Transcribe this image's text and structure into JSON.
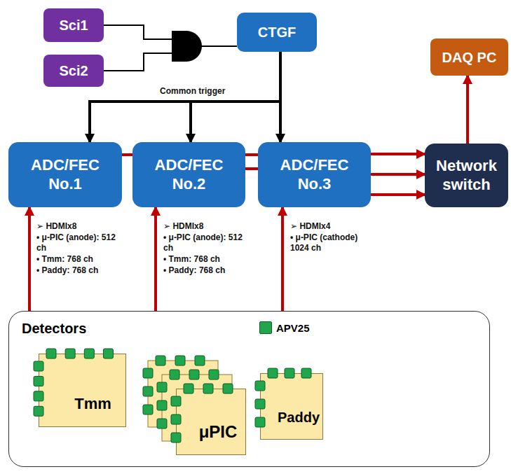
{
  "diagram": {
    "nodes": [
      {
        "text": [
          "Sci1"
        ]
      },
      {
        "text": [
          "Sci2"
        ]
      },
      {
        "text": [
          "CTGF"
        ]
      },
      {
        "text": [
          "DAQ PC"
        ]
      },
      {
        "text": [
          "ADC/FEC No.1"
        ]
      },
      {
        "text": [
          "ADC/FEC No.2"
        ]
      },
      {
        "text": [
          "ADC/FEC No.3"
        ]
      },
      {
        "text": [
          "Network switch"
        ]
      },
      {
        "text": [
          "Detectors"
        ]
      },
      {
        "text": [
          "Tmm"
        ],
        "in": 8
      },
      {
        "text": [
          "μPIC"
        ],
        "in": 8
      },
      {
        "text": [
          "Paddy"
        ],
        "in": 8
      }
    ],
    "edges": [
      {
        "from": 0,
        "to": 2,
        "arrow": "none"
      },
      {
        "from": 1,
        "to": 2,
        "arrow": "none"
      },
      {
        "from": 2,
        "to": 4,
        "arrow": "to"
      },
      {
        "from": 2,
        "to": 5,
        "arrow": "to"
      },
      {
        "from": 2,
        "to": 6,
        "arrow": "to"
      },
      {
        "from": 4,
        "to": 5,
        "arrow": "none"
      },
      {
        "from": 5,
        "to": 6,
        "arrow": "none"
      },
      {
        "from": 5,
        "to": 6,
        "arrow": "none"
      },
      {
        "from": 6,
        "to": 7,
        "arrow": "to"
      },
      {
        "from": 6,
        "to": 7,
        "arrow": "to"
      },
      {
        "from": 6,
        "to": 7,
        "arrow": "to"
      },
      {
        "from": 7,
        "to": 3,
        "arrow": "to"
      },
      {
        "from": 8,
        "to": 4,
        "arrow": "to"
      },
      {
        "from": 8,
        "to": 5,
        "arrow": "to"
      },
      {
        "from": 8,
        "to": 6,
        "arrow": "to"
      }
    ],
    "labels": [
      "Common trigger",
      "➢ HDMIx8",
      "• μ-PIC (anode): 512 ch",
      "• Tmm: 768 ch",
      "• Paddy: 768 ch",
      "➢ HDMIx8",
      "• μ-PIC (anode): 512 ch",
      "• Tmm: 768 ch",
      "• Paddy: 768 ch",
      "➢ HDMIx4",
      "• μ-PIC (cathode) 1024 ch"
    ],
    "legend": [
      {
        "text": "APV25",
        "color": "#22a64b"
      }
    ]
  }
}
